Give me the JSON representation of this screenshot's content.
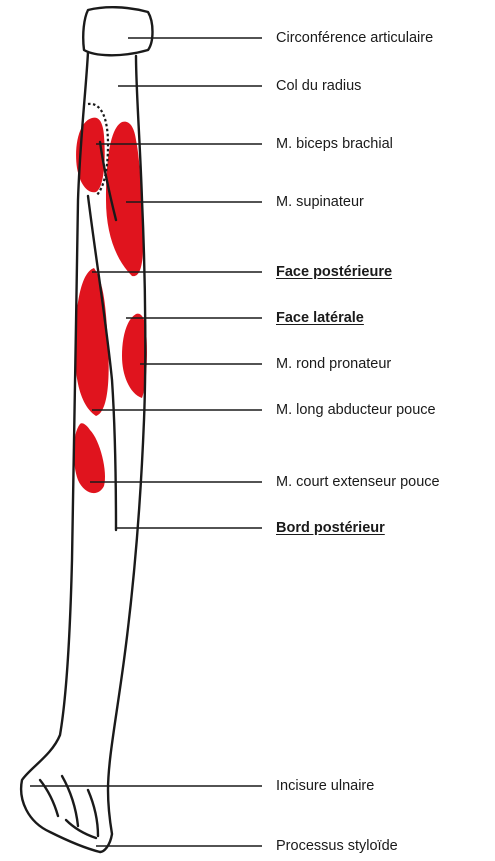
{
  "colors": {
    "muscle": "#e0141e",
    "outline": "#1a1a1a",
    "leader": "#1a1a1a",
    "background": "#ffffff"
  },
  "labels": [
    {
      "id": "circonference-articulaire",
      "text": "Circonférence articulaire",
      "bold": false
    },
    {
      "id": "col-du-radius",
      "text": "Col du radius",
      "bold": false
    },
    {
      "id": "m-biceps-brachial",
      "text": "M. biceps brachial",
      "bold": false
    },
    {
      "id": "m-supinateur",
      "text": "M. supinateur",
      "bold": false
    },
    {
      "id": "face-posterieure",
      "text": "Face postérieure",
      "bold": true
    },
    {
      "id": "face-laterale",
      "text": "Face latérale",
      "bold": true
    },
    {
      "id": "m-rond-pronateur",
      "text": "M. rond pronateur",
      "bold": false
    },
    {
      "id": "m-long-abducteur-pouce",
      "text": "M. long abducteur pouce",
      "bold": false
    },
    {
      "id": "m-court-extenseur-pouce",
      "text": "M. court extenseur pouce",
      "bold": false
    },
    {
      "id": "bord-posterieur",
      "text": "Bord postérieur",
      "bold": true
    },
    {
      "id": "incisure-ulnaire",
      "text": "Incisure ulnaire",
      "bold": false
    },
    {
      "id": "processus-styloide",
      "text": "Processus styloïde",
      "bold": false
    }
  ]
}
